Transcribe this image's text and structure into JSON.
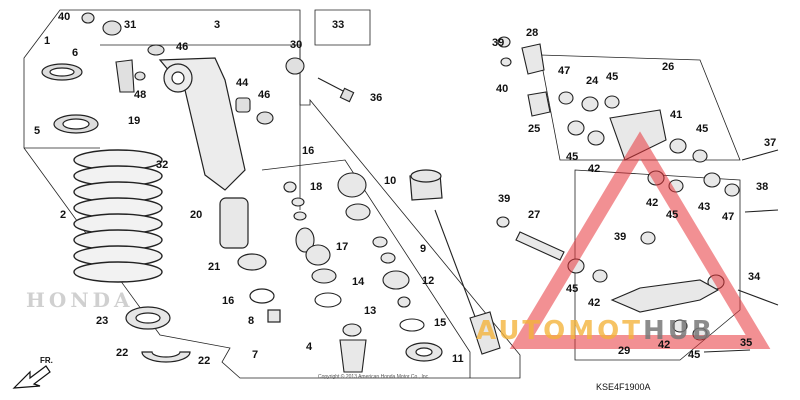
{
  "diagram": {
    "code": "KSE4F1900A",
    "copyright": "Copyright © 2013 American Honda Motor Co., Inc.",
    "front_arrow_label": "FR.",
    "callouts": [
      {
        "id": "c40a",
        "label": "40"
      },
      {
        "id": "c31",
        "label": "31"
      },
      {
        "id": "c3",
        "label": "3"
      },
      {
        "id": "c33",
        "label": "33"
      },
      {
        "id": "c1",
        "label": "1"
      },
      {
        "id": "c6",
        "label": "6"
      },
      {
        "id": "c46a",
        "label": "46"
      },
      {
        "id": "c30",
        "label": "30"
      },
      {
        "id": "c39a",
        "label": "39"
      },
      {
        "id": "c28",
        "label": "28"
      },
      {
        "id": "c26",
        "label": "26"
      },
      {
        "id": "c48",
        "label": "48"
      },
      {
        "id": "c40b",
        "label": "40"
      },
      {
        "id": "c36",
        "label": "36"
      },
      {
        "id": "c47a",
        "label": "47"
      },
      {
        "id": "c24",
        "label": "24"
      },
      {
        "id": "c45a",
        "label": "45"
      },
      {
        "id": "c5",
        "label": "5"
      },
      {
        "id": "c44",
        "label": "44"
      },
      {
        "id": "c46b",
        "label": "46"
      },
      {
        "id": "c19",
        "label": "19"
      },
      {
        "id": "c25",
        "label": "25"
      },
      {
        "id": "c41",
        "label": "41"
      },
      {
        "id": "c45b",
        "label": "45"
      },
      {
        "id": "c32",
        "label": "32"
      },
      {
        "id": "c16a",
        "label": "16"
      },
      {
        "id": "c37",
        "label": "37"
      },
      {
        "id": "c45c",
        "label": "45"
      },
      {
        "id": "c42a",
        "label": "42"
      },
      {
        "id": "c18",
        "label": "18"
      },
      {
        "id": "c10",
        "label": "10"
      },
      {
        "id": "c38",
        "label": "38"
      },
      {
        "id": "c2",
        "label": "2"
      },
      {
        "id": "c39b",
        "label": "39"
      },
      {
        "id": "c42b",
        "label": "42"
      },
      {
        "id": "c45d",
        "label": "45"
      },
      {
        "id": "c43",
        "label": "43"
      },
      {
        "id": "c47b",
        "label": "47"
      },
      {
        "id": "c20",
        "label": "20"
      },
      {
        "id": "c27",
        "label": "27"
      },
      {
        "id": "c39c",
        "label": "39"
      },
      {
        "id": "c17",
        "label": "17"
      },
      {
        "id": "c9",
        "label": "9"
      },
      {
        "id": "c21",
        "label": "21"
      },
      {
        "id": "c12",
        "label": "12"
      },
      {
        "id": "c34",
        "label": "34"
      },
      {
        "id": "c14",
        "label": "14"
      },
      {
        "id": "c16b",
        "label": "16"
      },
      {
        "id": "c45e",
        "label": "45"
      },
      {
        "id": "c42c",
        "label": "42"
      },
      {
        "id": "c23",
        "label": "23"
      },
      {
        "id": "c13",
        "label": "13"
      },
      {
        "id": "c8",
        "label": "8"
      },
      {
        "id": "c15",
        "label": "15"
      },
      {
        "id": "c7",
        "label": "7"
      },
      {
        "id": "c4",
        "label": "4"
      },
      {
        "id": "c42d",
        "label": "42"
      },
      {
        "id": "c35",
        "label": "35"
      },
      {
        "id": "c22a",
        "label": "22"
      },
      {
        "id": "c22b",
        "label": "22"
      },
      {
        "id": "c29",
        "label": "29"
      },
      {
        "id": "c11",
        "label": "11"
      },
      {
        "id": "c45f",
        "label": "45"
      }
    ]
  },
  "watermark": {
    "part1": "AUTOMOT",
    "part2": "HUB",
    "brand_text": "HONDA",
    "triangle_color": "#e8353a",
    "auto_color": "#f4b238",
    "hub_color": "#787878"
  }
}
